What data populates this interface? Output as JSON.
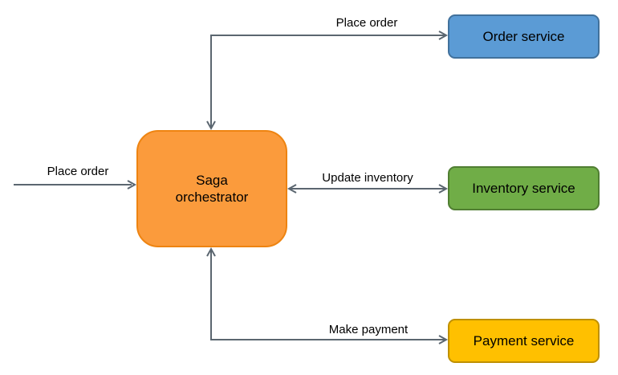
{
  "diagram": {
    "canvas": {
      "background": "#FFFFFF",
      "text_color": "#000000",
      "arrow_color": "#5B6670"
    },
    "nodes": {
      "saga_orchestrator": {
        "label": "Saga orchestrator",
        "lines": [
          "Saga",
          "orchestrator"
        ],
        "fill": "#FB9B3C",
        "stroke": "#EE8411"
      },
      "order_service": {
        "label": "Order service",
        "fill": "#5B9BD5",
        "stroke": "#41719C"
      },
      "inventory_service": {
        "label": "Inventory service",
        "fill": "#70AD47",
        "stroke": "#507E32"
      },
      "payment_service": {
        "label": "Payment service",
        "fill": "#FFC000",
        "stroke": "#BF9000"
      }
    },
    "edges": {
      "client_place_order": {
        "label": "Place order",
        "from": "external-left",
        "to": "saga_orchestrator",
        "direction": "one-way"
      },
      "place_order": {
        "label": "Place order",
        "from": "saga_orchestrator",
        "to": "order_service",
        "direction": "two-way"
      },
      "update_inventory": {
        "label": "Update inventory",
        "from": "saga_orchestrator",
        "to": "inventory_service",
        "direction": "two-way"
      },
      "make_payment": {
        "label": "Make payment",
        "from": "saga_orchestrator",
        "to": "payment_service",
        "direction": "two-way"
      }
    }
  }
}
